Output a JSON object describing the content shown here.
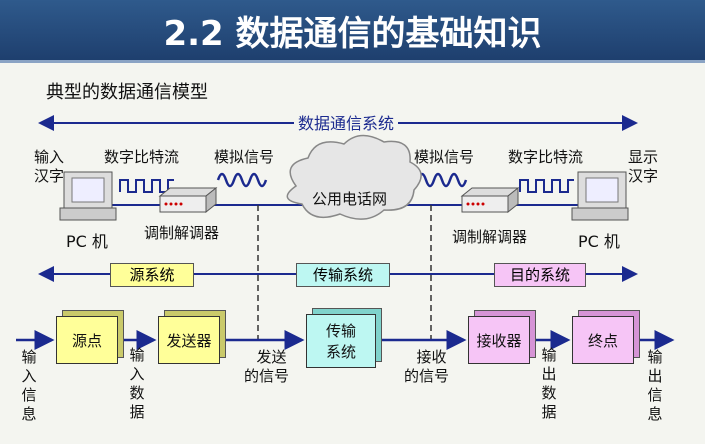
{
  "title": "2.2 数据通信的基础知识",
  "subtitle": "典型的数据通信模型",
  "top": {
    "system_label": "数据通信系统",
    "input_label": [
      "输入",
      "汉字"
    ],
    "output_label": [
      "显示",
      "汉字"
    ],
    "bitstream_left": "数字比特流",
    "bitstream_right": "数字比特流",
    "analog_left": "模拟信号",
    "analog_right": "模拟信号",
    "network": "公用电话网",
    "modem_left": "调制解调器",
    "modem_right": "调制解调器",
    "pc_left": "PC 机",
    "pc_right": "PC 机"
  },
  "systems": {
    "source": "源系统",
    "transmission": "传输系统",
    "destination": "目的系统"
  },
  "blocks": {
    "source_point": "源点",
    "transmitter": "发送器",
    "transmission": [
      "传输",
      "系统"
    ],
    "receiver": "接收器",
    "destination_point": "终点"
  },
  "flow": {
    "input_info": [
      "输",
      "入",
      "信",
      "息"
    ],
    "input_data": [
      "输",
      "入",
      "数",
      "据"
    ],
    "sent_signal": [
      "发送",
      "的信号"
    ],
    "received_signal": [
      "接收",
      "的信号"
    ],
    "output_data": [
      "输",
      "出",
      "数",
      "据"
    ],
    "output_info": [
      "输",
      "出",
      "信",
      "息"
    ]
  },
  "colors": {
    "title_bg": "#1e3f6e",
    "arrow": "#1b2a8f",
    "yellow_box": "#ffff99",
    "cyan_box": "#bdf7f2",
    "pink_box": "#f6c5f6"
  }
}
